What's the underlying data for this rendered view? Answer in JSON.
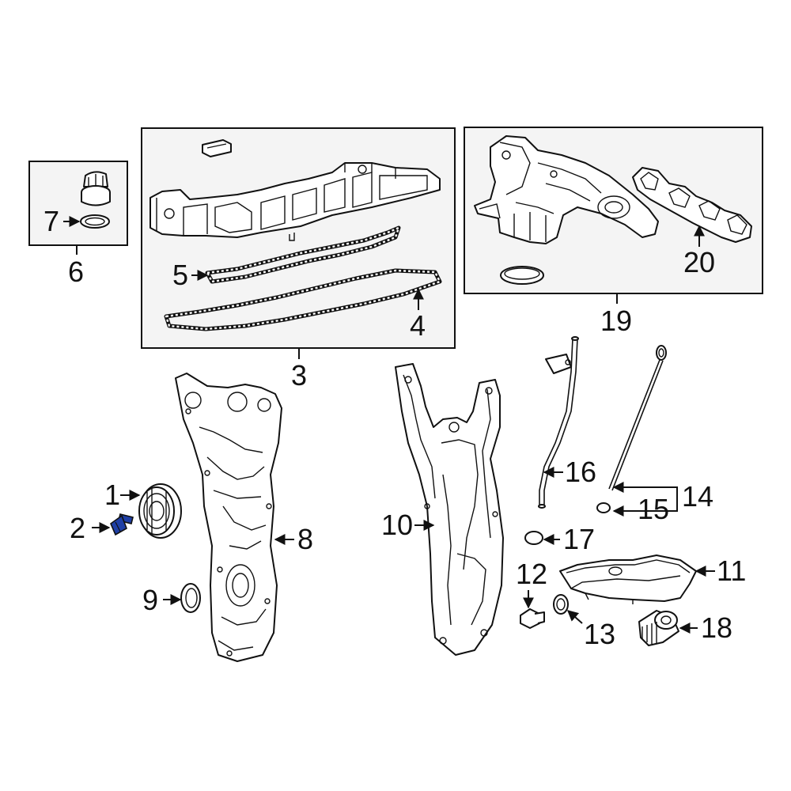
{
  "callouts": {
    "c1": "1",
    "c2": "2",
    "c3": "3",
    "c4": "4",
    "c5": "5",
    "c6": "6",
    "c7": "7",
    "c8": "8",
    "c9": "9",
    "c10": "10",
    "c11": "11",
    "c12": "12",
    "c13": "13",
    "c14": "14",
    "c15": "15",
    "c16": "16",
    "c17": "17",
    "c18": "18",
    "c19": "19",
    "c20": "20"
  },
  "colors": {
    "line": "#111111",
    "box_fill": "#f4f4f4",
    "highlight_part": "#1f3fa6"
  },
  "highlighted_callout": "2"
}
